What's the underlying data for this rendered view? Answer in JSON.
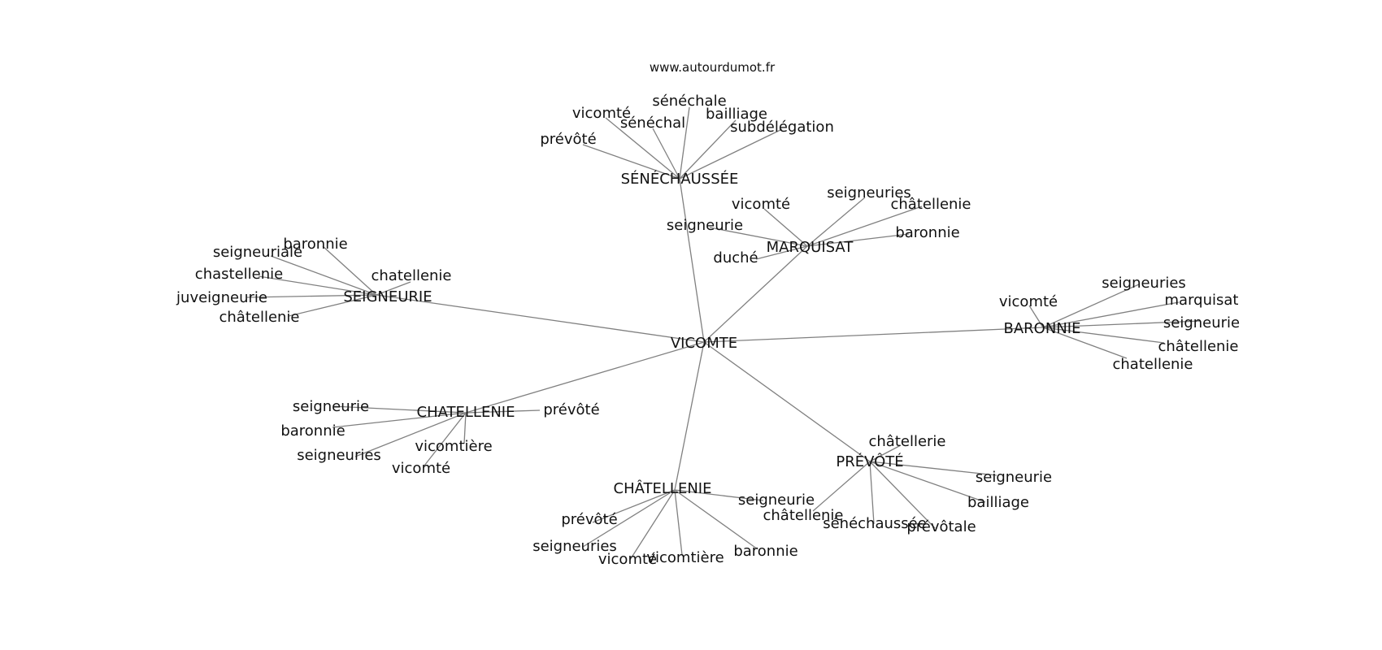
{
  "site": "www.autourdumot.fr",
  "root": {
    "label": "VICOMTE"
  },
  "clusters": [
    {
      "label": "SÉNÉCHAUSSÉE",
      "leaves": [
        "sénéchale",
        "vicomté",
        "sénéchal",
        "bailliage",
        "subdélégation",
        "prévôté"
      ]
    },
    {
      "label": "MARQUISAT",
      "leaves": [
        "vicomté",
        "seigneuries",
        "châtellenie",
        "baronnie",
        "seigneurie",
        "duché"
      ]
    },
    {
      "label": "SEIGNEURIE",
      "leaves": [
        "baronnie",
        "seigneuriale",
        "chastellenie",
        "chatellenie",
        "juveigneurie",
        "châtellenie"
      ]
    },
    {
      "label": "BARONNIE",
      "leaves": [
        "seigneuries",
        "vicomté",
        "marquisat",
        "seigneurie",
        "châtellenie",
        "chatellenie"
      ]
    },
    {
      "label": "CHATELLENIE",
      "leaves": [
        "seigneurie",
        "prévôté",
        "baronnie",
        "vicomtière",
        "seigneuries",
        "vicomté"
      ]
    },
    {
      "label": "PRÉVÔTÉ",
      "leaves": [
        "châtellerie",
        "seigneurie",
        "bailliage",
        "châtellenie",
        "sénéchaussée",
        "prévôtale"
      ]
    },
    {
      "label": "CHÂTELLENIE",
      "leaves": [
        "seigneurie",
        "prévôté",
        "seigneuries",
        "vicomté",
        "vicomtière",
        "baronnie"
      ]
    }
  ]
}
